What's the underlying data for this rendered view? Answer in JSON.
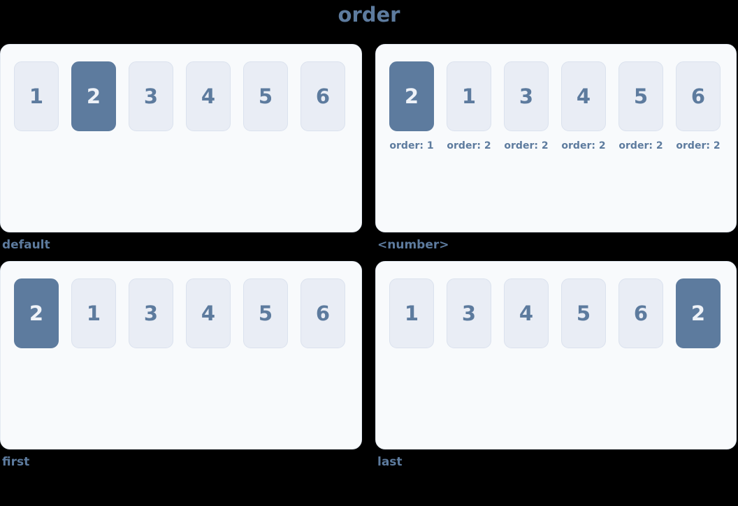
{
  "title": "order",
  "colors": {
    "page_bg": "#000000",
    "accent": "#5d7b9e",
    "panel_bg": "#f8fafc",
    "panel_border": "#e4eaf2",
    "item_bg": "#e9edf5",
    "item_border": "#dbe2ee",
    "highlight_bg": "#5d7b9e",
    "highlight_text": "#eef2f8"
  },
  "panels": [
    {
      "caption": "default",
      "items": [
        {
          "label": "1",
          "highlighted": false
        },
        {
          "label": "2",
          "highlighted": true
        },
        {
          "label": "3",
          "highlighted": false
        },
        {
          "label": "4",
          "highlighted": false
        },
        {
          "label": "5",
          "highlighted": false
        },
        {
          "label": "6",
          "highlighted": false
        }
      ]
    },
    {
      "caption": "<number>",
      "items": [
        {
          "label": "2",
          "highlighted": true,
          "sub": "order: 1"
        },
        {
          "label": "1",
          "highlighted": false,
          "sub": "order: 2"
        },
        {
          "label": "3",
          "highlighted": false,
          "sub": "order: 2"
        },
        {
          "label": "4",
          "highlighted": false,
          "sub": "order: 2"
        },
        {
          "label": "5",
          "highlighted": false,
          "sub": "order: 2"
        },
        {
          "label": "6",
          "highlighted": false,
          "sub": "order: 2"
        }
      ]
    },
    {
      "caption": "first",
      "items": [
        {
          "label": "2",
          "highlighted": true
        },
        {
          "label": "1",
          "highlighted": false
        },
        {
          "label": "3",
          "highlighted": false
        },
        {
          "label": "4",
          "highlighted": false
        },
        {
          "label": "5",
          "highlighted": false
        },
        {
          "label": "6",
          "highlighted": false
        }
      ]
    },
    {
      "caption": "last",
      "items": [
        {
          "label": "1",
          "highlighted": false
        },
        {
          "label": "3",
          "highlighted": false
        },
        {
          "label": "4",
          "highlighted": false
        },
        {
          "label": "5",
          "highlighted": false
        },
        {
          "label": "6",
          "highlighted": false
        },
        {
          "label": "2",
          "highlighted": true
        }
      ]
    }
  ]
}
